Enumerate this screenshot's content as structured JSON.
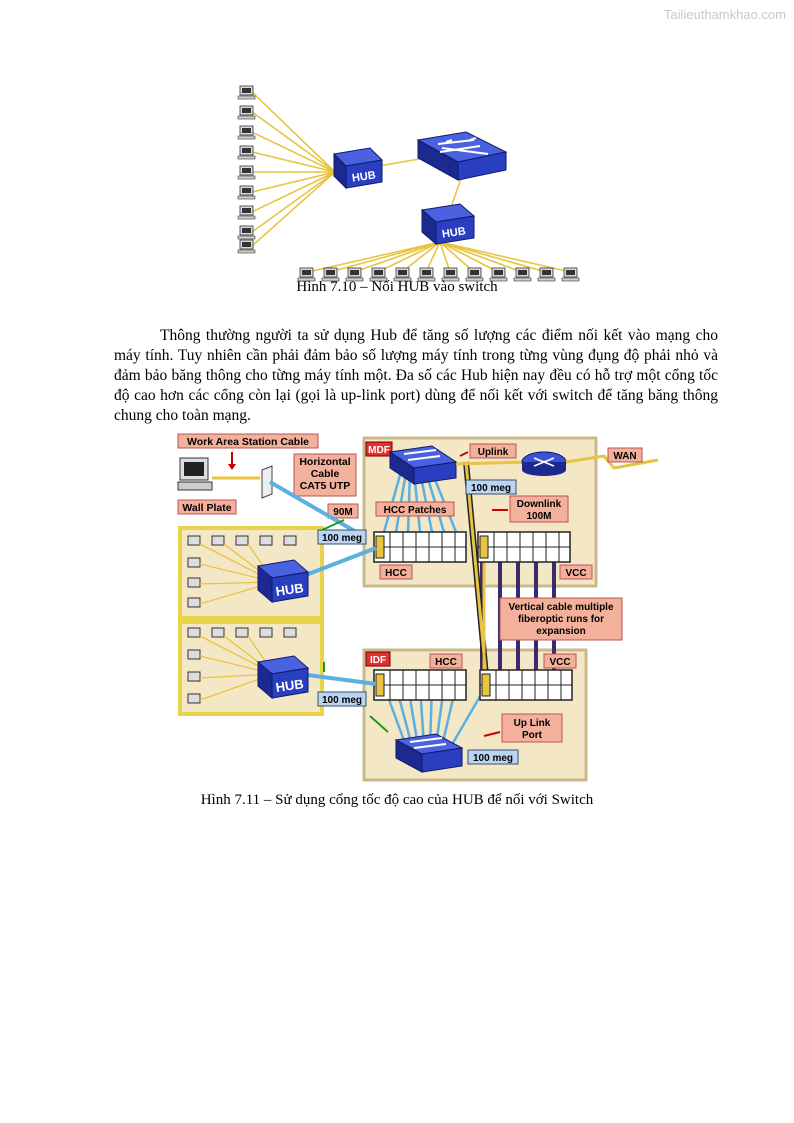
{
  "watermark": "Tailieuthamkhao.com",
  "figure1": {
    "caption": "Hình 7.10 – Nối HUB vào switch",
    "hub1_label": "HUB",
    "hub2_label": "HUB"
  },
  "paragraph": "Thông thường người ta sử dụng Hub để tăng số lượng các điểm nối kết vào mạng cho máy tính. Tuy nhiên cần phải đảm bảo số lượng máy tính trong từng vùng đụng độ phải nhỏ và đảm bảo băng thông cho từng máy tính một. Đa số các Hub hiện nay đều có hỗ trợ một cổng tốc độ cao hơn các cổng còn lại (gọi là up-link port) dùng để nối kết với switch để tăng băng thông chung cho toàn mạng.",
  "figure2": {
    "caption": "Hình 7.11 – Sử dụng cổng tốc độ cao của HUB để nối với Switch",
    "work_area_cable": "Work Area Station Cable",
    "wall_plate": "Wall Plate",
    "horizontal_cable": [
      "Horizontal",
      "Cable",
      "CAT5 UTP"
    ],
    "len_90m": "90M",
    "mdf": "MDF",
    "uplink": "Uplink",
    "wan": "WAN",
    "meg_100_a": "100 meg",
    "meg_100_b": "100 meg",
    "meg_100_c": "100 meg",
    "meg_100_d": "100 meg",
    "hcc_patches": "HCC Patches",
    "downlink": [
      "Downlink",
      "100M"
    ],
    "hcc_top": "HCC",
    "vcc_top": "VCC",
    "vertical_cable": [
      "Vertical cable multiple",
      "fiberoptic runs for",
      "expansion"
    ],
    "idf": "IDF",
    "hcc_bottom": "HCC",
    "vcc_bottom": "VCC",
    "uplink_port": [
      "Up Link",
      "Port"
    ],
    "hub_top": "HUB",
    "hub_bottom": "HUB"
  },
  "colors": {
    "hub_blue": "#2a3fbf",
    "cable_yellow": "#e8c440",
    "beige_panel": "#f3e7c6",
    "label_salmon": "#f3b09a",
    "label_blue": "#bcd4f4",
    "fiber_purple": "#3b2a6e"
  }
}
